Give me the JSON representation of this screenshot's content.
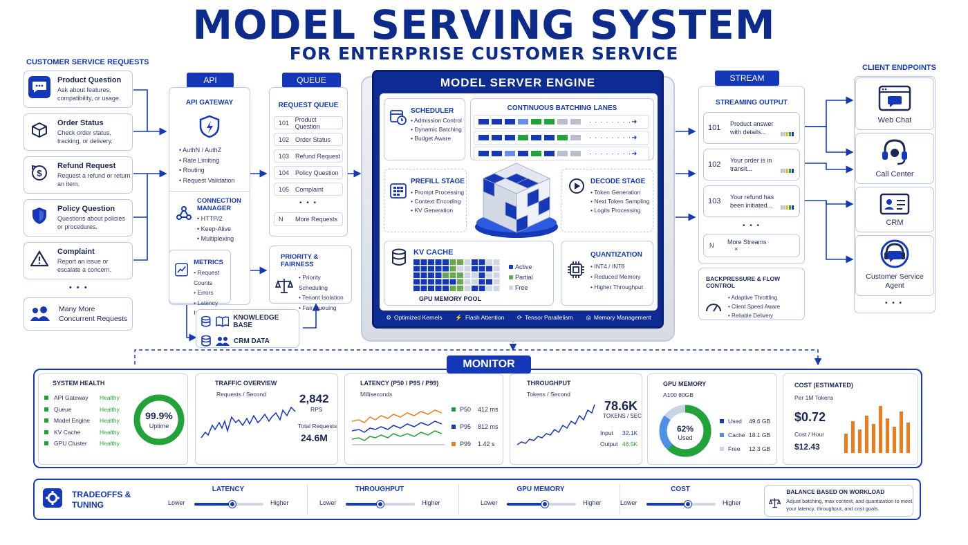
{
  "title": "MODEL SERVING SYSTEM",
  "subtitle": "FOR ENTERPRISE CUSTOMER SERVICE",
  "requests": {
    "header": "CUSTOMER SERVICE REQUESTS",
    "items": [
      {
        "title": "Product Question",
        "desc": "Ask about features, compatibility, or usage."
      },
      {
        "title": "Order Status",
        "desc": "Check order status, tracking, or delivery."
      },
      {
        "title": "Refund Request",
        "desc": "Request a refund or return an item."
      },
      {
        "title": "Policy Question",
        "desc": "Questions about policies or procedures."
      },
      {
        "title": "Complaint",
        "desc": "Report an issue or escalate a concern."
      }
    ],
    "more": "• • •",
    "concurrent": "Many More Concurrent Requests"
  },
  "api": {
    "tag": "API",
    "gateway": "API GATEWAY",
    "bullets": [
      "AuthN / AuthZ",
      "Rate Limiting",
      "Routing",
      "Request Validation"
    ],
    "conn_title": "CONNECTION MANAGER",
    "conn_bullets": [
      "HTTP/2",
      "Keep-Alive",
      "Multiplexing"
    ],
    "metrics_title": "METRICS",
    "metrics_bullets": [
      "Request Counts",
      "Errors",
      "Latency Ingress"
    ]
  },
  "queue": {
    "tag": "QUEUE",
    "title": "REQUEST QUEUE",
    "rows": [
      {
        "id": "101",
        "label": "Product Question"
      },
      {
        "id": "102",
        "label": "Order Status"
      },
      {
        "id": "103",
        "label": "Refund Request"
      },
      {
        "id": "104",
        "label": "Policy Question"
      },
      {
        "id": "105",
        "label": "Complaint"
      }
    ],
    "dots": "• • •",
    "more_id": "N",
    "more_label": "More Requests",
    "priority_title": "PRIORITY & FAIRNESS",
    "priority_bullets": [
      "Priority Scheduling",
      "Tenant Isolation",
      "Fair Queuing"
    ]
  },
  "knowledge": {
    "kb": "KNOWLEDGE BASE",
    "crm": "CRM DATA"
  },
  "engine": {
    "title": "MODEL SERVER ENGINE",
    "scheduler": "SCHEDULER",
    "scheduler_bullets": [
      "Admission Control",
      "Dynamic Batching",
      "Budget Aware"
    ],
    "lanes_title": "CONTINUOUS BATCHING LANES",
    "prefill": "PREFILL STAGE",
    "prefill_bullets": [
      "Prompt Processing",
      "Context Encoding",
      "KV Generation"
    ],
    "decode": "DECODE STAGE",
    "decode_bullets": [
      "Token Generation",
      "Next Token Sampling",
      "Logits Processing"
    ],
    "kv": "KV CACHE",
    "kv_legend": [
      "Active",
      "Partial",
      "Free"
    ],
    "pool": "GPU MEMORY POOL",
    "quant": "QUANTIZATION",
    "quant_bullets": [
      "INT4 / INT8",
      "Reduced Memory",
      "Higher Throughput"
    ],
    "footer": [
      "Optimized Kernels",
      "Flash Attention",
      "Tensor Parallelism",
      "Memory Management"
    ]
  },
  "stream": {
    "tag": "STREAM",
    "title": "STREAMING OUTPUT",
    "rows": [
      {
        "id": "101",
        "text": "Product answer with details..."
      },
      {
        "id": "102",
        "text": "Your order is in transit..."
      },
      {
        "id": "103",
        "text": "Your refund has been initiated..."
      }
    ],
    "dots": "• • •",
    "more_id": "N",
    "more_text": "More Streams",
    "more_mark": "×",
    "bp_title": "BACKPRESSURE & FLOW CONTROL",
    "bp_bullets": [
      "Adaptive Throttling",
      "Client Speed Aware",
      "Reliable Delivery"
    ]
  },
  "clients": {
    "header": "CLIENT ENDPOINTS",
    "items": [
      "Web Chat",
      "Call Center",
      "CRM",
      "Customer Service Agent"
    ],
    "dots": "• • •"
  },
  "monitor": {
    "tag": "MONITOR",
    "health": {
      "title": "SYSTEM HEALTH",
      "rows": [
        {
          "name": "API Gateway",
          "status": "Healthy"
        },
        {
          "name": "Queue",
          "status": "Healthy"
        },
        {
          "name": "Model Engine",
          "status": "Healthy"
        },
        {
          "name": "KV Cache",
          "status": "Healthy"
        },
        {
          "name": "GPU Cluster",
          "status": "Healthy"
        }
      ],
      "uptime": "99.9%",
      "uptime_label": "Uptime",
      "uptime_value": 0.999
    },
    "traffic": {
      "title": "TRAFFIC OVERVIEW",
      "sub": "Requests / Second",
      "value": "2,842",
      "unit": "RPS",
      "total_label": "Total Requests",
      "total": "24.6M"
    },
    "latency": {
      "title": "LATENCY (P50 / P95 / P99)",
      "sub": "Milliseconds",
      "rows": [
        {
          "name": "P50",
          "value": "412 ms",
          "color": "#22a33a"
        },
        {
          "name": "P95",
          "value": "812 ms",
          "color": "#1538b8"
        },
        {
          "name": "P99",
          "value": "1.42 s",
          "color": "#f07b1c"
        }
      ]
    },
    "throughput": {
      "title": "THROUGHPUT",
      "sub": "Tokens / Second",
      "value": "78.6K",
      "unit": "TOKENS / SEC",
      "input_label": "Input",
      "input": "32.1K",
      "output_label": "Output",
      "output": "46.5K"
    },
    "gpu": {
      "title": "GPU MEMORY",
      "sub": "A100 80GB",
      "pct": "62%",
      "pct_label": "Used",
      "used_fraction": 0.62,
      "rows": [
        {
          "name": "Used",
          "value": "49.6 GB",
          "color": "#1538b8"
        },
        {
          "name": "Cache",
          "value": "18.1 GB",
          "color": "#4f8fe6"
        },
        {
          "name": "Free",
          "value": "12.3 GB",
          "color": "#c9d3e6"
        }
      ]
    },
    "cost": {
      "title": "COST (ESTIMATED)",
      "sub": "Per 1M Tokens",
      "value": "$0.72",
      "hour_label": "Cost / Hour",
      "hour": "$12.43"
    }
  },
  "tuning": {
    "title": "TRADEOFFS & TUNING",
    "sliders": [
      {
        "name": "LATENCY",
        "low": "Lower",
        "high": "Higher",
        "level": 0.55
      },
      {
        "name": "THROUGHPUT",
        "low": "Lower",
        "high": "Higher",
        "level": 0.5
      },
      {
        "name": "GPU MEMORY",
        "low": "Lower",
        "high": "Higher",
        "level": 0.55
      },
      {
        "name": "COST",
        "low": "Lower",
        "high": "Higher",
        "level": 0.6
      }
    ],
    "balance_title": "BALANCE BASED ON WORKLOAD",
    "balance_desc": "Adjust batching, max context, and quantization to meet your latency, throughput, and cost goals."
  },
  "colors": {
    "primary": "#1538b8",
    "green": "#22a33a",
    "orange": "#f07b1c",
    "light": "#4f8fe6"
  }
}
